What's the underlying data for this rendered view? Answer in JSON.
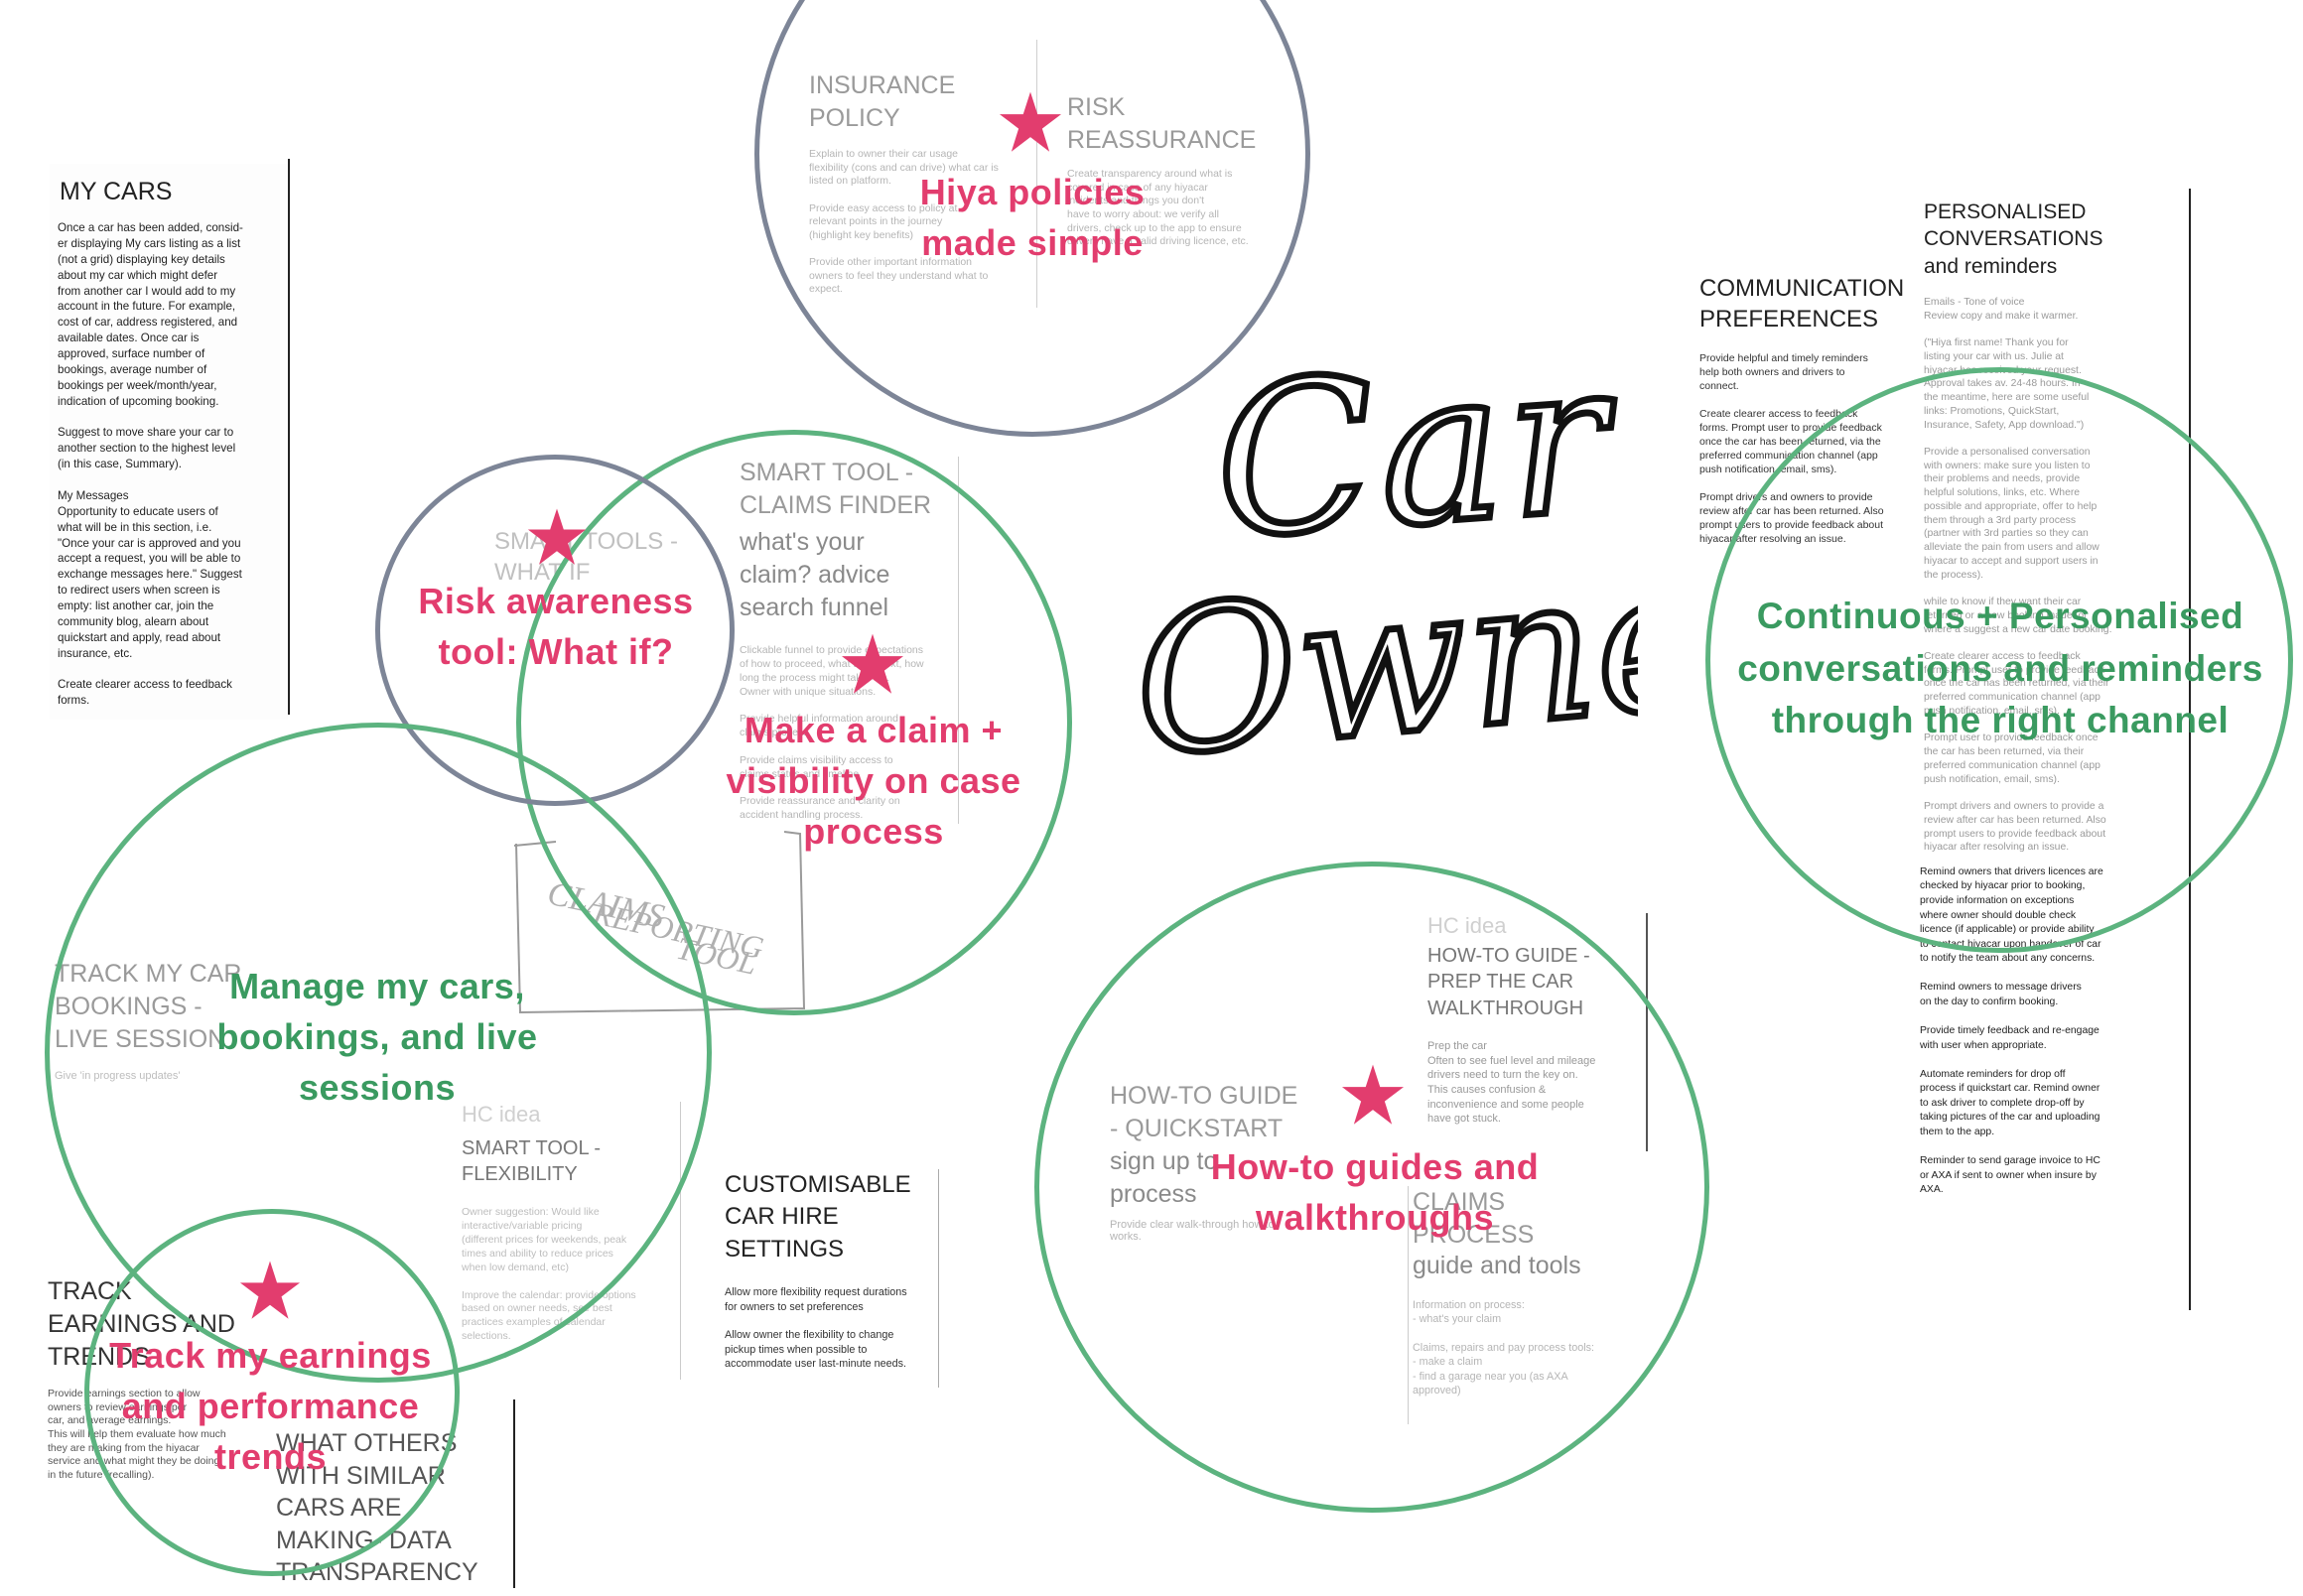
{
  "title": {
    "line1": "Car",
    "line2": "Owner"
  },
  "cards": {
    "my_cars": {
      "title": "MY CARS",
      "body": "Once a car has been added, consid-\ner displaying My cars listing as a list\n(not a grid) displaying key details\nabout my car which might defer\nfrom another car I would add to my\naccount in the future. For example,\ncost of car, address registered, and\navailable dates. Once car is\napproved, surface number of\nbookings, average number of\nbookings per week/month/year,\nindication of upcoming booking.\n\nSuggest to move share your car to\nanother section to the highest level\n(in this case, Summary).\n\nMy Messages\nOpportunity to educate users of\nwhat will be in this section, i.e.\n\"Once your car is approved and you\naccept a request, you will be able to\nexchange messages here.\" Suggest\nto redirect users when screen is\nempty: list another car, join the\ncommunity blog, alearn about\nquickstart and apply, read about\ninsurance, etc.\n\nCreate clearer access to feedback\nforms."
    },
    "insurance_policy": {
      "title": "INSURANCE\nPOLICY",
      "body": "Explain to owner their car usage\nflexibility (cons and can drive) what car is\nlisted on platform.\n\nProvide easy access to policy at\nrelevant points in the journey\n(highlight key benefits)\n\nProvide other important information\nowners to feel they understand what to\nexpect."
    },
    "risk_reassurance": {
      "title": "RISK\nREASSURANCE",
      "body": "Create transparency around what is\ncovered in case of any hiyacar\nincidents and things you don't\nhave to worry about: we verify all\ndrivers, check up to the app to ensure\ndrivers have a valid driving licence, etc."
    },
    "communication_preferences": {
      "title": "COMMUNICATION\nPREFERENCES",
      "body": "Provide helpful and timely reminders\nhelp both owners and drivers to\nconnect.\n\nCreate clearer access to feedback\nforms. Prompt user to provide feedback\nonce the car has been returned, via the\npreferred communication channel (app\npush notification, email, sms).\n\nPrompt drivers and owners to provide\nreview after car has been returned. Also\nprompt users to provide feedback about\nhiyacar after resolving an issue."
    },
    "personalised_conversations": {
      "title": "PERSONALISED\nCONVERSATIONS\nand reminders",
      "body": "Emails - Tone of voice\nReview copy and make it warmer.\n\n(\"Hiya first name! Thank you for\nlisting your car with us. Julie at\nhiyacar has received your request.\nApproval takes av. 24-48 hours. In\nthe meantime, here are some useful\nlinks: Promotions, QuickStart,\nInsurance, Safety, App download.\")\n\nProvide a personalised conversation\nwith owners: make sure you listen to\ntheir problems and needs, provide\nhelpful solutions, links, etc. Where\npossible and appropriate, offer to help\nthem through a 3rd party process\n(partner with 3rd parties so they can\nalleviate the pain from users and allow\nhiyacar to accept and support users in\nthe process).\n\nwhile to know if they want their car\nreturned or a new booking made, or\nwhere a suggest a new car date booking.\n\nCreate clearer access to feedback\nforms. Prompt user to provide feedback\nonce the car has been returned, via their\npreferred communication channel (app\npush notification, email, sms).\n\nPrompt user to provide feedback once\nthe car has been returned, via their\npreferred communication channel (app\npush notification, email, sms).\n\nPrompt drivers and owners to provide a\nreview after car has been returned. Also\nprompt users to provide feedback about\nhiyacar after resolving an issue.",
      "body2": "Remind owners that drivers licences are\nchecked by hiyacar prior to booking,\nprovide information on exceptions\nwhere owner should double check\nlicence (if applicable) or provide ability\nto contact hiyacar upon handover of car\nto notify the team about any concerns.\n\nRemind owners to message drivers\non the day to confirm booking.\n\nProvide timely feedback and re-engage\nwith user when appropriate.\n\nAutomate reminders for drop off\nprocess if quickstart car. Remind owner\nto ask driver to complete drop-off by\ntaking pictures of the car and uploading\nthem to the app.\n\nReminder to send garage invoice to HC\nor AXA if sent to owner when insure by\nAXA."
    },
    "smart_tool_claims": {
      "title": "SMART TOOL -\nCLAIMS FINDER",
      "subtitle": "what's your\nclaim? advice\nsearch funnel",
      "body": "Clickable funnel to provide expectations\nof how to proceed, what to do next, how\nlong the process might take, etc.\nOwner with unique situations.\n\nProvide helpful information around\nclaims process\n\nProvide claims visibility access to\nclaims status and timeline\n\nProvide reassurance and clarity on\naccident handling process."
    },
    "smart_tool_what_if": {
      "title": "SMART TOOLS -\nWHAT IF"
    },
    "track_bookings": {
      "title": "TRACK MY CAR\nBOOKINGS -\nLIVE SESSION",
      "body": "Give 'in progress updates'"
    },
    "smart_tool_flexibility": {
      "tag": "HC idea",
      "title": "SMART TOOL -\nFLEXIBILITY",
      "body": "Owner suggestion: Would like\ninteractive/variable pricing\n(different prices for weekends, peak\ntimes and ability to reduce prices\nwhen low demand, etc)\n\nImprove the calendar: provide options\nbased on owner needs, see best\npractices examples of calendar\nselections."
    },
    "customisable": {
      "title": "CUSTOMISABLE\nCAR HIRE\nSETTINGS",
      "body": "Allow more flexibility request durations\nfor owners to set preferences\n\nAllow owner the flexibility to change\npickup times when possible to\naccommodate user last-minute needs."
    },
    "how_to_prep": {
      "tag": "HC idea",
      "title": "HOW-TO GUIDE -\nPREP THE CAR\nWALKTHROUGH",
      "body": "Prep the car\nOften to see fuel level and mileage\ndrivers need to turn the key on.\nThis causes confusion &\ninconvenience and some people\nhave got stuck."
    },
    "how_to_quickstart": {
      "title": "HOW-TO GUIDE\n- QUICKSTART",
      "subtitle": "sign up to\nprocess",
      "body": "Provide clear walk-through how to\nworks."
    },
    "claims_process": {
      "title": "CLAIMS\nPROCESS",
      "subtitle": "guide and tools",
      "body": "Information on process:\n- what's your claim\n\nClaims, repairs and pay process tools:\n- make a claim\n- find a garage near you (as AXA\napproved)"
    },
    "track_earnings": {
      "title": "TRACK\nEARNINGS AND\nTRENDS",
      "body": "Provide earnings section to allow\nowners to review earnings per\ncar, and average earnings.\nThis will help them evaluate how much\nthey are making from the hiyacar\nservice and what might they be doing\nin the future (recalling)."
    },
    "what_others": {
      "title": "WHAT OTHERS\nWITH SIMILAR\nCARS ARE\nMAKING- DATA\nTRANSPARENCY"
    },
    "sketch": {
      "line1": "CLAIMS",
      "line2": "REPORTING",
      "line3": "TOOL"
    }
  },
  "labels": {
    "hiya_policies": "Hiya policies\nmade simple",
    "risk_awareness": "Risk awareness\ntool: What if?",
    "make_claim": "Make a claim +\nvisibility on case\nprocess",
    "continuous": "Continuous + Personalised\nconversations and reminders\nthrough the right channel",
    "manage_cars": "Manage my cars,\nbookings, and live\nsessions",
    "how_to": "How-to guides and\nwalkthroughs",
    "track_earnings": "Track my earnings\nand performance\ntrends"
  },
  "colors": {
    "pink": "#e23d6e",
    "green": "#5cb37f",
    "grey": "#7d8597",
    "ink": "#111111"
  }
}
